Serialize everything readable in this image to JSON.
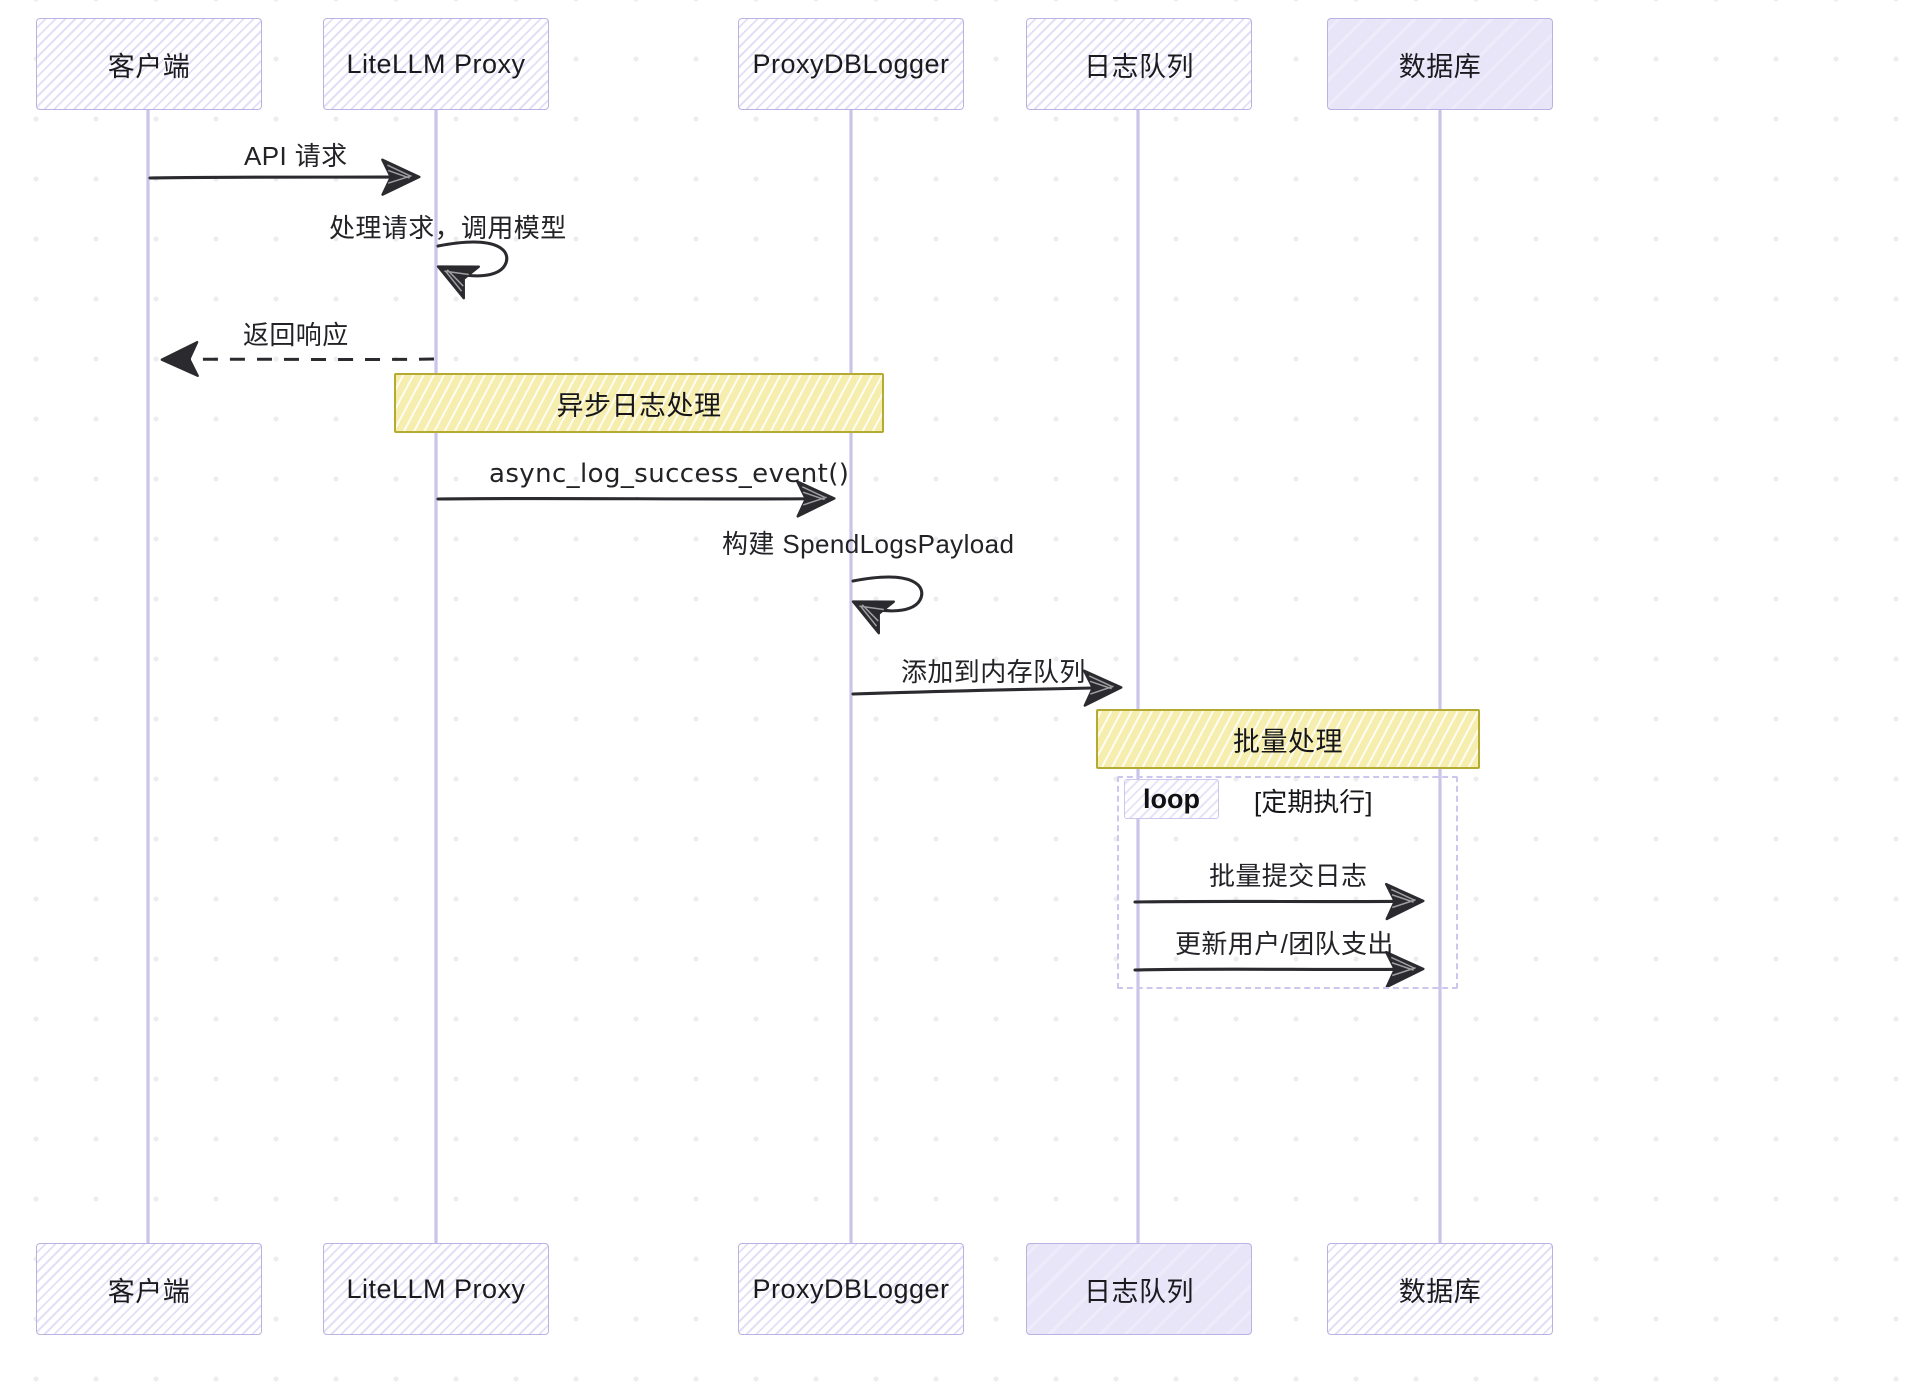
{
  "diagram": {
    "type": "sequence-diagram",
    "style": "hand-drawn-sketch",
    "background": "#ffffff",
    "colors": {
      "lifeline": "#c9c4e8",
      "actor_border": "#b9b2e3",
      "actor_fill": "#e8e5f9",
      "note_fill": "#f6eeae",
      "note_border": "#b5ab33",
      "arrow": "#2b2b2f",
      "grid_dot": "#ededed"
    }
  },
  "actors": [
    {
      "id": "client",
      "label": "客户端",
      "fill": "hatch"
    },
    {
      "id": "proxy",
      "label": "LiteLLM Proxy",
      "fill": "hatch"
    },
    {
      "id": "logger",
      "label": "ProxyDBLogger",
      "fill": "hatch"
    },
    {
      "id": "queue",
      "label": "日志队列",
      "fill": "hatch"
    },
    {
      "id": "database",
      "label": "数据库",
      "fill": "solid"
    }
  ],
  "actors_bottom": [
    {
      "id": "client",
      "label": "客户端",
      "fill": "hatch"
    },
    {
      "id": "proxy",
      "label": "LiteLLM Proxy",
      "fill": "hatch"
    },
    {
      "id": "logger",
      "label": "ProxyDBLogger",
      "fill": "hatch"
    },
    {
      "id": "queue",
      "label": "日志队列",
      "fill": "solid"
    },
    {
      "id": "database",
      "label": "数据库",
      "fill": "hatch"
    }
  ],
  "messages": [
    {
      "id": "m1",
      "label": "API 请求",
      "from": "client",
      "to": "proxy",
      "kind": "solid-arrow"
    },
    {
      "id": "m2",
      "label": "处理请求，调用模型",
      "from": "proxy",
      "to": "proxy",
      "kind": "self-loop"
    },
    {
      "id": "m3",
      "label": "返回响应",
      "from": "proxy",
      "to": "client",
      "kind": "dashed-arrow"
    },
    {
      "id": "m4",
      "label": "async_log_success_event()",
      "from": "proxy",
      "to": "logger",
      "kind": "solid-arrow"
    },
    {
      "id": "m5",
      "label": "构建 SpendLogsPayload",
      "from": "logger",
      "to": "logger",
      "kind": "self-loop"
    },
    {
      "id": "m6",
      "label": "添加到内存队列",
      "from": "logger",
      "to": "queue",
      "kind": "solid-arrow"
    },
    {
      "id": "m7",
      "label": "批量提交日志",
      "from": "queue",
      "to": "database",
      "kind": "solid-arrow"
    },
    {
      "id": "m8",
      "label": "更新用户/团队支出",
      "from": "queue",
      "to": "database",
      "kind": "solid-arrow"
    }
  ],
  "notes": [
    {
      "id": "n1",
      "label": "异步日志处理",
      "over": "proxy"
    },
    {
      "id": "n2",
      "label": "批量处理",
      "over": "queue"
    }
  ],
  "fragments": [
    {
      "id": "f1",
      "tag": "loop",
      "condition": "[定期执行]",
      "over": "queue"
    }
  ]
}
